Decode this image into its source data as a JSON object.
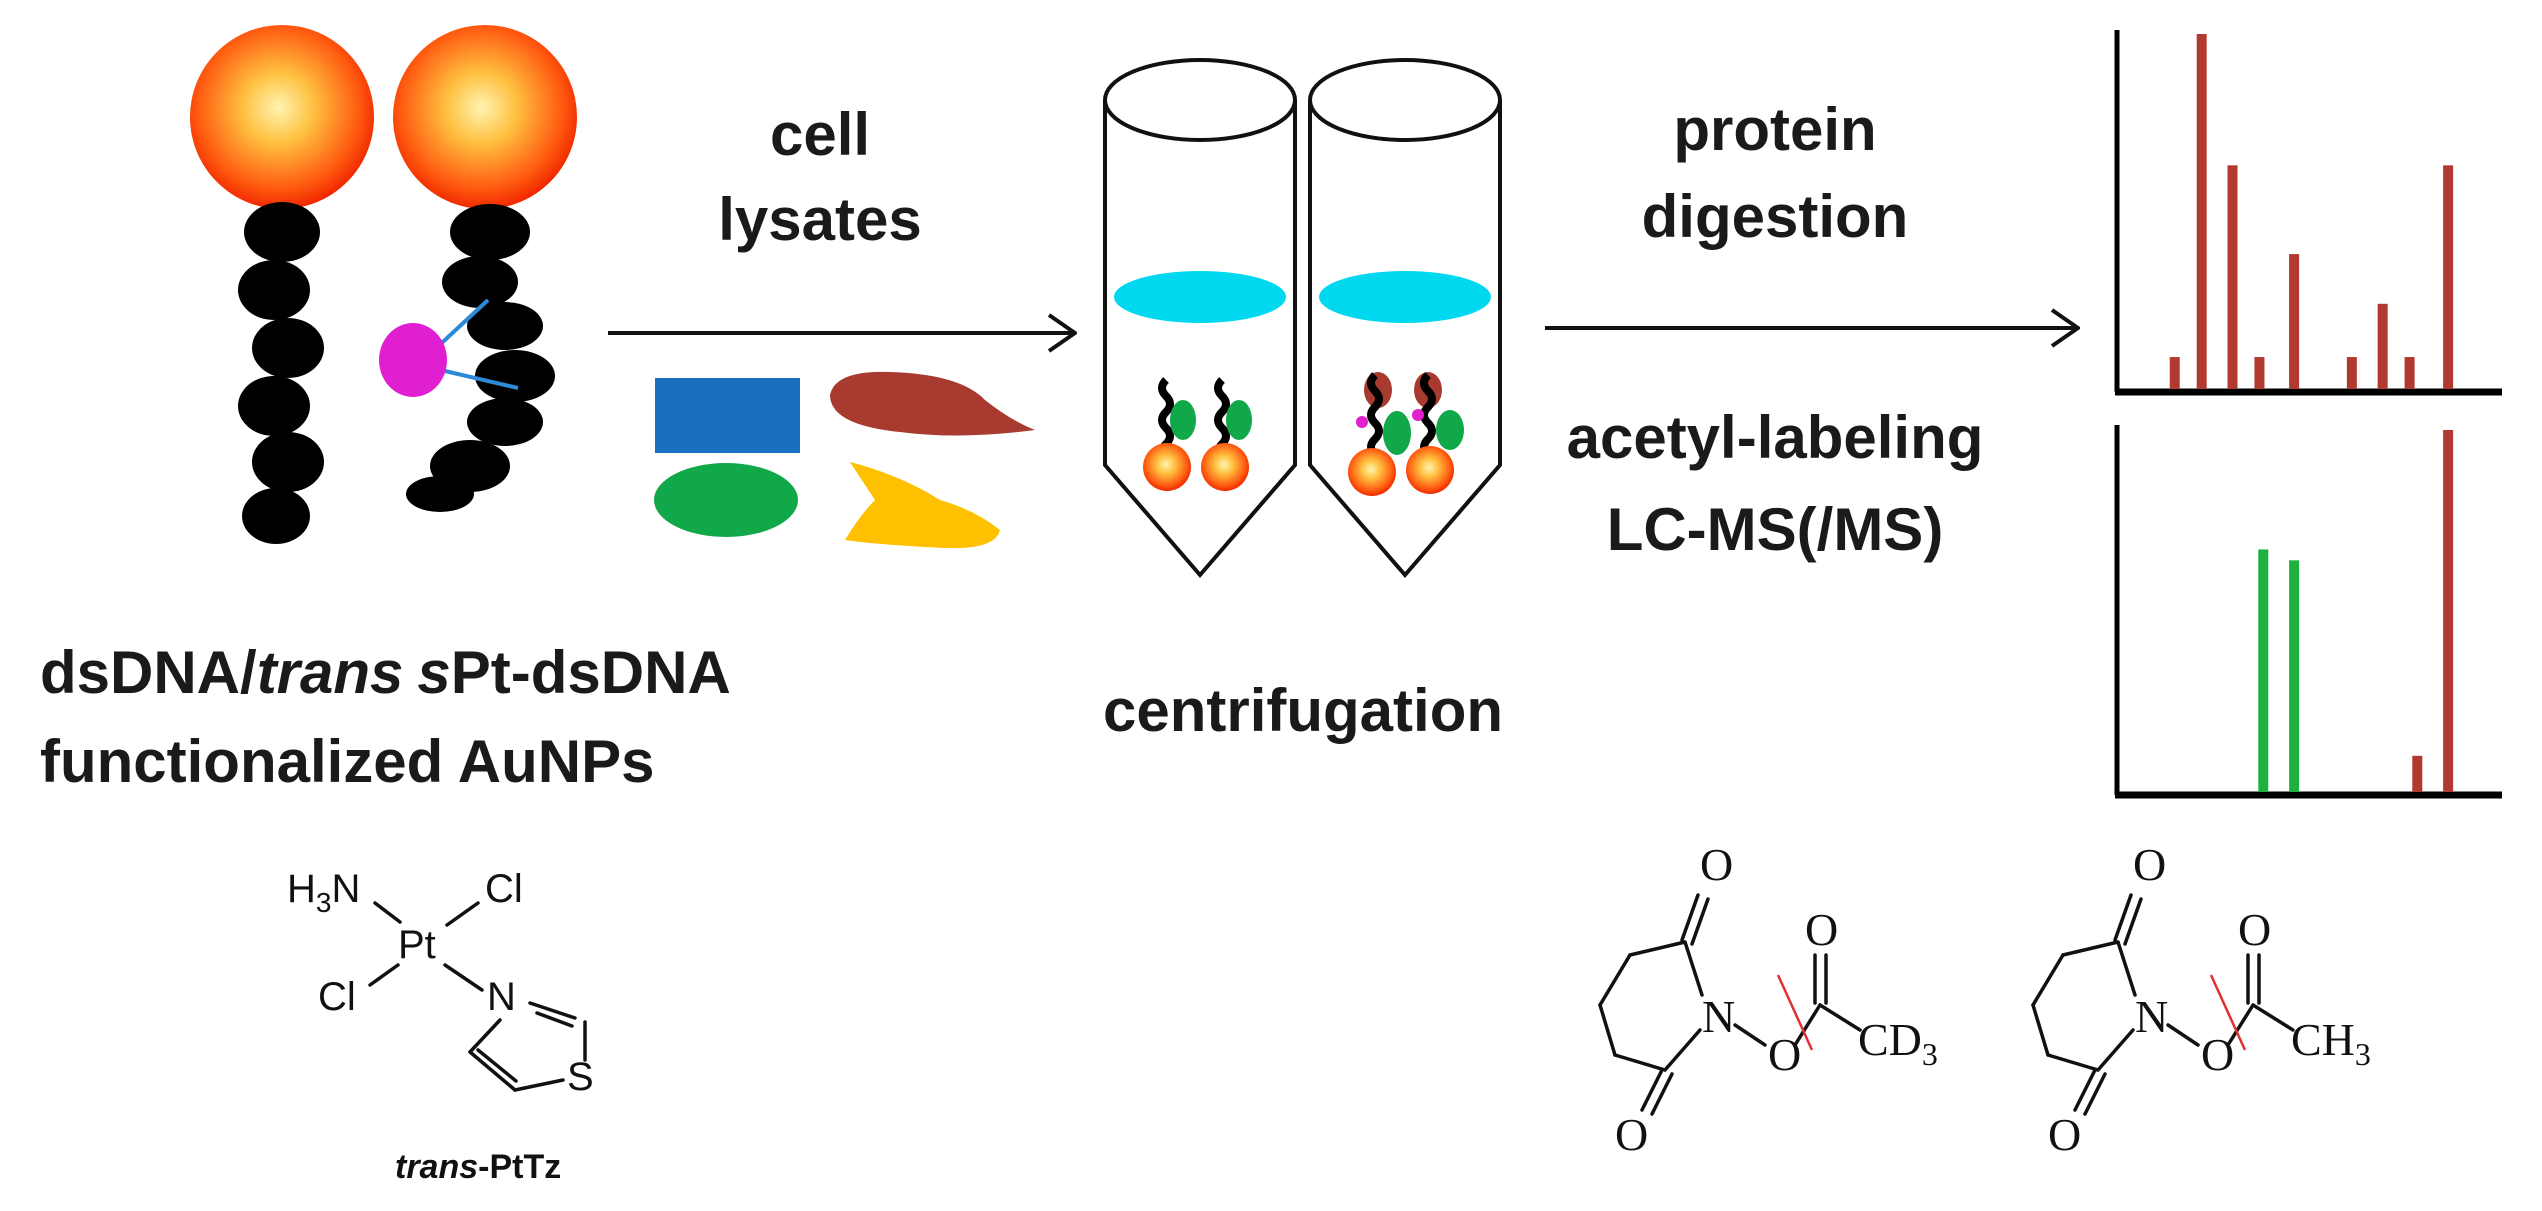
{
  "labels": {
    "left_line1_a": "dsDNA/",
    "left_line1_b": "trans",
    "left_line1_c": "s",
    "left_line1_d": "Pt-dsDNA",
    "left_line2": "functionalized AuNPs",
    "step1_line1": "cell",
    "step1_line2": "lysates",
    "step2": "centrifugation",
    "step3_line1": "protein",
    "step3_line2": "digestion",
    "step4_line1": "acetyl-labeling",
    "step4_line2": "LC-MS(/MS)"
  },
  "compound": {
    "h3n_H": "H",
    "h3n_sub": "3",
    "h3n_N": "N",
    "pt": "Pt",
    "cl_top": "Cl",
    "cl_left": "Cl",
    "n_ring": "N",
    "s_ring": "S",
    "name_italic": "trans",
    "name_rest": "-PtTz"
  },
  "reagents": {
    "d3": {
      "o_top": "O",
      "o_bottom": "O",
      "n": "N",
      "o_link": "O",
      "o_carbonyl": "O",
      "group": "CD",
      "group_sub": "3"
    },
    "h3": {
      "o_top": "O",
      "o_bottom": "O",
      "n": "N",
      "o_link": "O",
      "o_carbonyl": "O",
      "group": "CH",
      "group_sub": "3"
    }
  },
  "colors": {
    "au_outer": "#ff3a00",
    "au_inner": "#ffe680",
    "pink_pt": "#e020d0",
    "cyan_band": "#00d8f0",
    "blue_protein": "#1a6fc0",
    "red_protein": "#a83a30",
    "green_protein": "#10a848",
    "yellow_protein": "#ffc000",
    "spectrum_red": "#b03a30",
    "spectrum_green": "#20b040"
  },
  "spectra": {
    "top": {
      "peaks": [
        {
          "mz": 0.15,
          "intensity": 0.09,
          "color": "#b03a30"
        },
        {
          "mz": 0.22,
          "intensity": 1.0,
          "color": "#b03a30"
        },
        {
          "mz": 0.3,
          "intensity": 0.63,
          "color": "#b03a30"
        },
        {
          "mz": 0.37,
          "intensity": 0.09,
          "color": "#b03a30"
        },
        {
          "mz": 0.46,
          "intensity": 0.38,
          "color": "#b03a30"
        },
        {
          "mz": 0.61,
          "intensity": 0.09,
          "color": "#b03a30"
        },
        {
          "mz": 0.69,
          "intensity": 0.24,
          "color": "#b03a30"
        },
        {
          "mz": 0.76,
          "intensity": 0.09,
          "color": "#b03a30"
        },
        {
          "mz": 0.86,
          "intensity": 0.63,
          "color": "#b03a30"
        }
      ]
    },
    "bottom": {
      "peaks": [
        {
          "mz": 0.38,
          "intensity": 0.67,
          "color": "#20b040"
        },
        {
          "mz": 0.46,
          "intensity": 0.64,
          "color": "#20b040"
        },
        {
          "mz": 0.78,
          "intensity": 0.1,
          "color": "#b03a30"
        },
        {
          "mz": 0.86,
          "intensity": 1.0,
          "color": "#b03a30"
        }
      ]
    }
  }
}
